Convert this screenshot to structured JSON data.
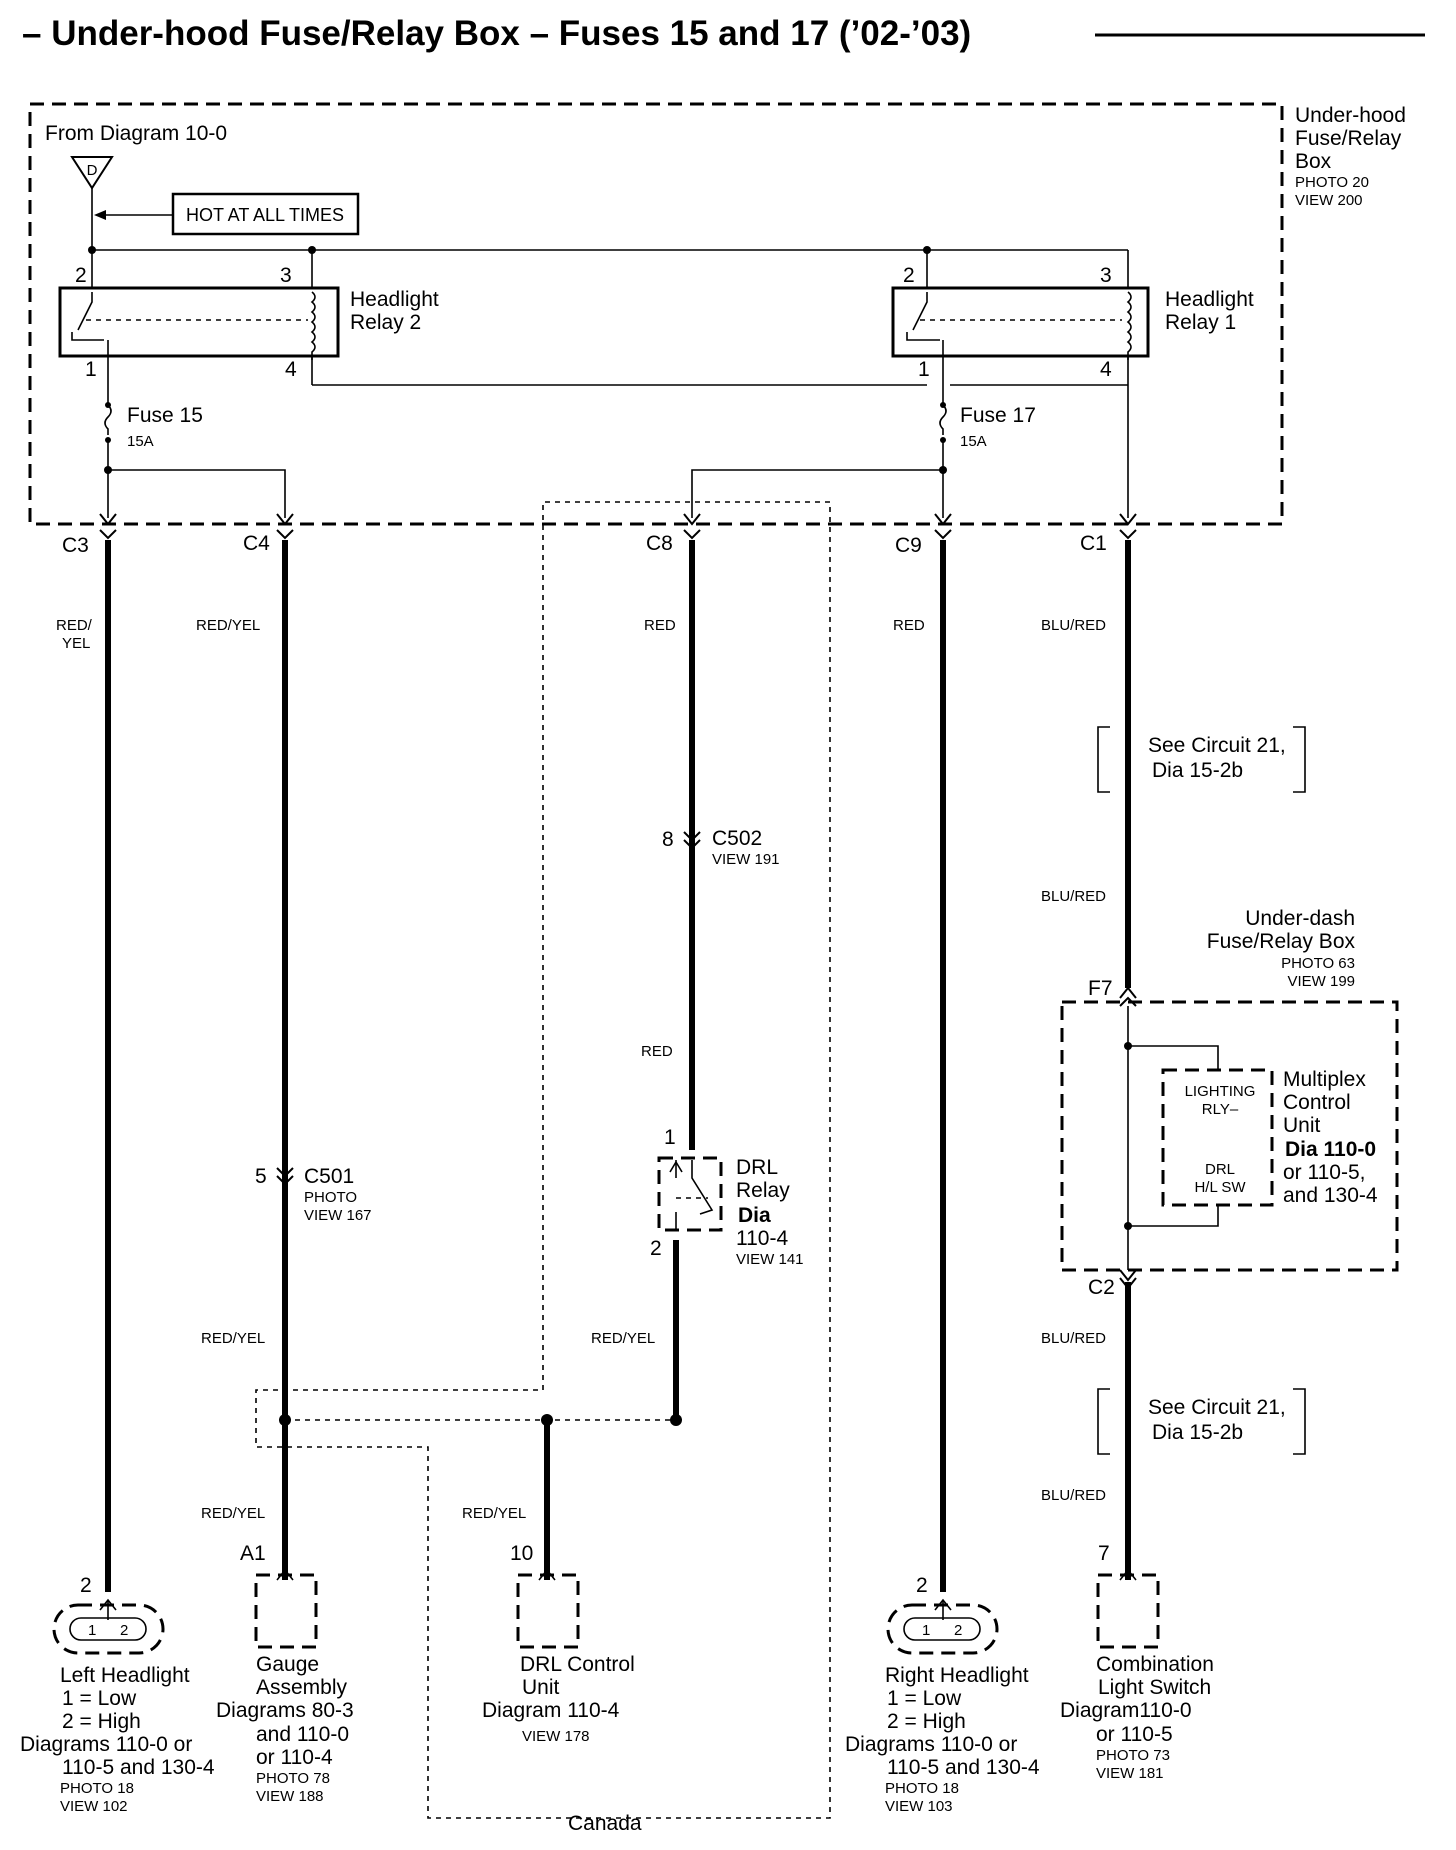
{
  "title": "– Under-hood Fuse/Relay Box – Fuses 15 and 17 (’02-’03)",
  "from_diagram": "From Diagram 10-0",
  "source_tag": "D",
  "hot_at_all_times": "HOT AT ALL TIMES",
  "underhood_box": {
    "l1": "Under-hood",
    "l2": "Fuse/Relay",
    "l3": "Box",
    "photo": "PHOTO 20",
    "view": "VIEW 200"
  },
  "relay2": {
    "l1": "Headlight",
    "l2": "Relay 2",
    "pin_a": "2",
    "pin_b": "3",
    "pin_c": "1",
    "pin_d": "4"
  },
  "relay1": {
    "l1": "Headlight",
    "l2": "Relay 1",
    "pin_a": "2",
    "pin_b": "3",
    "pin_c": "1",
    "pin_d": "4"
  },
  "fuse15": {
    "name": "Fuse 15",
    "rating": "15A"
  },
  "fuse17": {
    "name": "Fuse 17",
    "rating": "15A"
  },
  "connectors": {
    "c3": "C3",
    "c4": "C4",
    "c8": "C8",
    "c9": "C9",
    "c1": "C1"
  },
  "wires": {
    "c3_l1": "RED/",
    "c3_l2": "YEL",
    "c4": "RED/YEL",
    "c8": "RED",
    "c9": "RED",
    "c1": "BLU/RED",
    "c1_lower": "BLU/RED",
    "c8_lower": "RED",
    "c501_below": "RED/YEL",
    "drl_below": "RED/YEL",
    "gauge_drop": "RED/YEL",
    "drl_unit_drop": "RED/YEL",
    "c2_below": "BLU/RED",
    "switch_drop": "BLU/RED"
  },
  "see_circuit_1": {
    "l1": "See Circuit 21,",
    "l2": "Dia 15-2b"
  },
  "see_circuit_2": {
    "l1": "See Circuit 21,",
    "l2": "Dia 15-2b"
  },
  "c502": {
    "pin": "8",
    "name": "C502",
    "view": "VIEW 191"
  },
  "c501": {
    "pin": "5",
    "name": "C501",
    "photo": "PHOTO",
    "view": "VIEW 167"
  },
  "drl_relay": {
    "pin_top": "1",
    "pin_bottom": "2",
    "l1": "DRL",
    "l2": "Relay",
    "l3": "Dia",
    "l4": "110-4",
    "view": "VIEW 141"
  },
  "underdash_box": {
    "l1": "Under-dash",
    "l2": "Fuse/Relay Box",
    "photo": "PHOTO 63",
    "view": "VIEW 199",
    "pin_top": "F7",
    "pin_bottom": "C2"
  },
  "multiplex": {
    "inner_top1": "LIGHTING",
    "inner_top2": "RLY–",
    "inner_bot1": "DRL",
    "inner_bot2": "H/L SW",
    "l1": "Multiplex",
    "l2": "Control",
    "l3": "Unit",
    "l4": "Dia 110-0",
    "l5": "or 110-5,",
    "l6": "and 130-4"
  },
  "left_headlight": {
    "pin": "2",
    "inner_a": "1",
    "inner_b": "2",
    "l1": "Left Headlight",
    "l2": "1 = Low",
    "l3": "2 = High",
    "l4": "Diagrams 110-0 or",
    "l5": "110-5 and 130-4",
    "photo": "PHOTO 18",
    "view": "VIEW 102"
  },
  "gauge": {
    "pin": "A1",
    "l1": "Gauge",
    "l2": "Assembly",
    "l3": "Diagrams 80-3",
    "l4": "and 110-0",
    "l5": "or 110-4",
    "photo": "PHOTO 78",
    "view": "VIEW 188"
  },
  "drl_unit": {
    "pin": "10",
    "l1": "DRL Control",
    "l2": "Unit",
    "l3": "Diagram 110-4",
    "view": "VIEW 178"
  },
  "right_headlight": {
    "pin": "2",
    "inner_a": "1",
    "inner_b": "2",
    "l1": "Right Headlight",
    "l2": "1 = Low",
    "l3": "2 = High",
    "l4": "Diagrams 110-0  or",
    "l5": "110-5 and 130-4",
    "photo": "PHOTO 18",
    "view": "VIEW 103"
  },
  "light_switch": {
    "pin": "7",
    "l1": "Combination",
    "l2": "Light Switch",
    "l3": "Diagram110-0",
    "l4": "or 110-5",
    "photo": "PHOTO 73",
    "view": "VIEW 181"
  },
  "canada": "Canada"
}
